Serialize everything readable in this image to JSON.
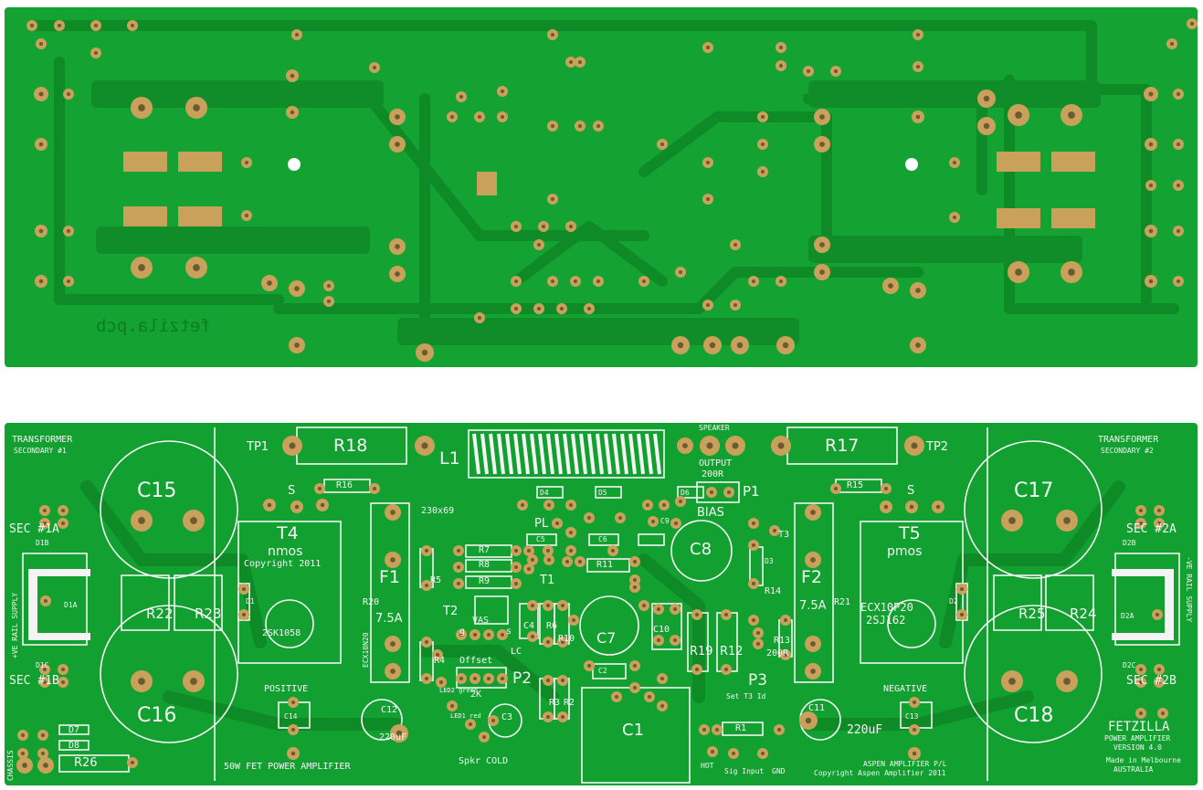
{
  "top_board": {
    "mirror_text": "fetzila.pcb"
  },
  "bottom_board": {
    "labels": {
      "transformer_1": "TRANSFORMER",
      "secondary_1": "SECONDARY #1",
      "transformer_2": "TRANSFORMER",
      "secondary_2": "SECONDARY #2",
      "sec_1a": "SEC #1A",
      "sec_1b": "SEC #1B",
      "sec_2a": "SEC #2A",
      "sec_2b": "SEC #2B",
      "c15": "C15",
      "c16": "C16",
      "c17": "C17",
      "c18": "C18",
      "r22": "R22",
      "r23": "R23",
      "r24": "R24",
      "r25": "R25",
      "d1a": "D1A",
      "d1b": "D1B",
      "d1c": "D1C",
      "d2a": "D2A",
      "d2b": "D2B",
      "d2c": "D2C",
      "pos_rail": "+VE RAIL SUPPLY",
      "neg_rail": "-VE RAIL SUPPLY",
      "chassis": "CHASSIS",
      "r26": "R26",
      "d7": "D7",
      "d8": "D8",
      "tp1": "TP1",
      "tp2": "TP2",
      "r18": "R18",
      "r17": "R17",
      "l1": "L1",
      "speaker": "SPEAKER",
      "output": "OUTPUT",
      "ohm200": "200R",
      "p1": "P1",
      "bias": "BIAS",
      "r16": "R16",
      "r15": "R15",
      "s_left": "S",
      "s_right": "S",
      "t4": "T4",
      "nmos": "nmos",
      "copyright_t4": "Copyright 2011",
      "t5": "T5",
      "pmos": "pmos",
      "f1": "F1",
      "f1_rating": "7.5A",
      "f2": "F2",
      "f2_rating": "7.5A",
      "d1": "D1",
      "d2": "D2",
      "r20": "R20",
      "r21": "R21",
      "part_2sk": "2SK1058",
      "part_ecx_n": "ECX10N20",
      "part_ecx_p": "ECX10P20",
      "part_2sj": "2SJ162",
      "dims": "230x69",
      "d4": "D4",
      "d5": "D5",
      "d6": "D6",
      "c9": "C9",
      "pl": "PL",
      "c5": "C5",
      "c6": "C6",
      "t1": "T1",
      "t3": "T3",
      "r7": "R7",
      "r8": "R8",
      "r9": "R9",
      "r5": "R5",
      "r11": "R11",
      "c8": "C8",
      "r14": "R14",
      "d3": "D3",
      "t2": "T2",
      "vas": "VAS",
      "g": "g",
      "s_vas": "s",
      "c4": "C4",
      "r6": "R6",
      "lc": "LC",
      "r10": "R10",
      "c7": "C7",
      "c10": "C10",
      "r19": "R19",
      "r12": "R12",
      "r13": "R13",
      "ohm200b": "200R",
      "r4": "R4",
      "offset": "Offset",
      "p2": "P2",
      "k2": "2K",
      "c2": "C2",
      "p3": "P3",
      "set_t3": "Set T3 Id",
      "led_green": "LED2 green",
      "led1_red": "LED1 red",
      "c3": "C3",
      "r3": "R3",
      "r2": "R2",
      "c1": "C1",
      "r1": "R1",
      "positive": "POSITIVE",
      "negative": "NEGATIVE",
      "c14": "C14",
      "c13": "C13",
      "c12": "C12",
      "c11": "C11",
      "c12_val": "220uF",
      "c11_val": "220uF",
      "product": "50W FET POWER AMPLIFIER",
      "spkr_cold": "Spkr COLD",
      "hot": "HOT",
      "sig_input": "Sig Input",
      "gnd": "GND",
      "aspen": "ASPEN AMPLIFIER P/L",
      "copyright_aspen": "Copyright Aspen Amplifier 2011",
      "fetzilla": "FETZILLA",
      "fetzilla_sub": "POWER AMPLIFIER",
      "version": "VERSION 4.0",
      "made_in": "Made in Melbourne",
      "australia": "AUSTRALIA"
    }
  },
  "colors": {
    "board_green": "#14a232",
    "copper_pad": "#c9a15a",
    "trace_green": "#0e8a26",
    "silkscreen": "#f4f4f4"
  }
}
